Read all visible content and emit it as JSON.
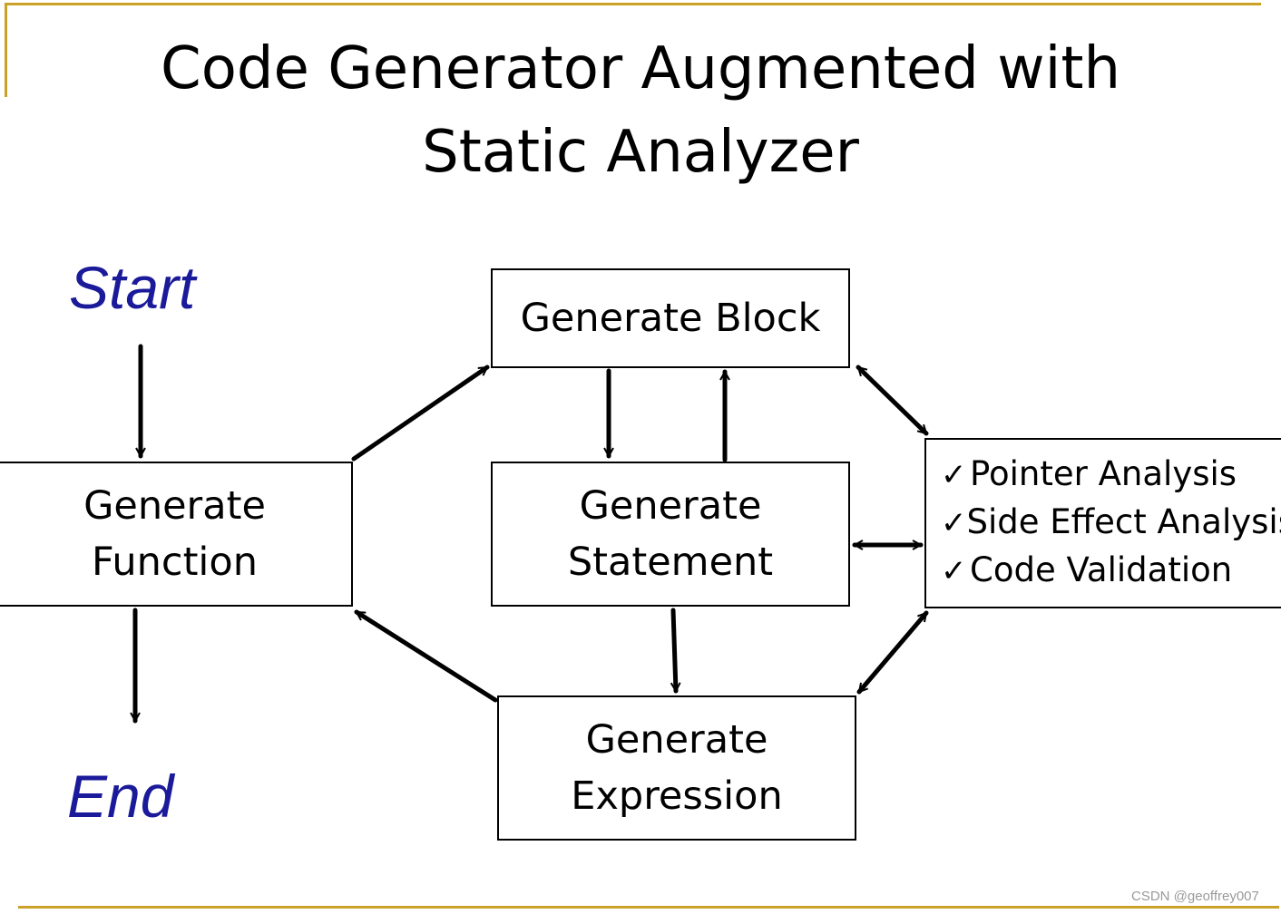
{
  "title": {
    "line1": "Code Generator Augmented with",
    "line2": "Static Analyzer"
  },
  "terminals": {
    "start": "Start",
    "end": "End"
  },
  "nodes": {
    "generate_block": [
      "Generate Block"
    ],
    "generate_function": [
      "Generate",
      "Function"
    ],
    "generate_statement": [
      "Generate",
      "Statement"
    ],
    "generate_expression": [
      "Generate",
      "Expression"
    ]
  },
  "analysis": {
    "check_glyph": "✓",
    "items": [
      "Pointer Analysis",
      "Side Effect Analysis",
      "Code Validation"
    ]
  },
  "watermark": "CSDN @geoffrey007",
  "colors": {
    "accent_gold": "#c9a227",
    "terminal_blue": "#1a1a9a",
    "ink": "#000000"
  }
}
